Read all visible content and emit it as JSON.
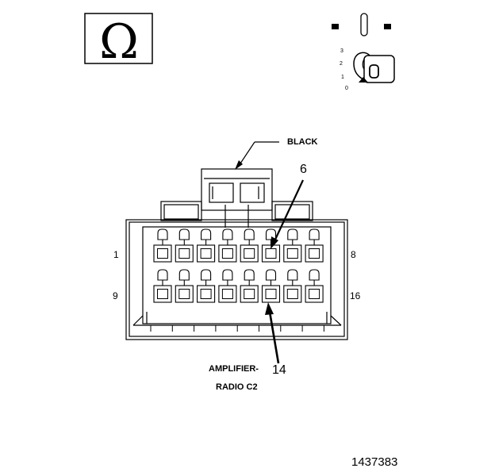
{
  "symbols": {
    "meter_symbol": "Ω",
    "switch_icon": "ignition-key-switch-icon",
    "key_positions": [
      "3",
      "2",
      "1",
      "0"
    ]
  },
  "connector": {
    "color_label": "BLACK",
    "name_line1": "AMPLIFIER-",
    "name_line2": "RADIO C2",
    "pin_top_left": "1",
    "pin_top_right": "8",
    "pin_bottom_left": "9",
    "pin_bottom_right": "16",
    "callout_upper": "6",
    "callout_lower": "14",
    "cavity_rows": 2,
    "cavities_per_row": 8
  },
  "figure_number": "1437383"
}
